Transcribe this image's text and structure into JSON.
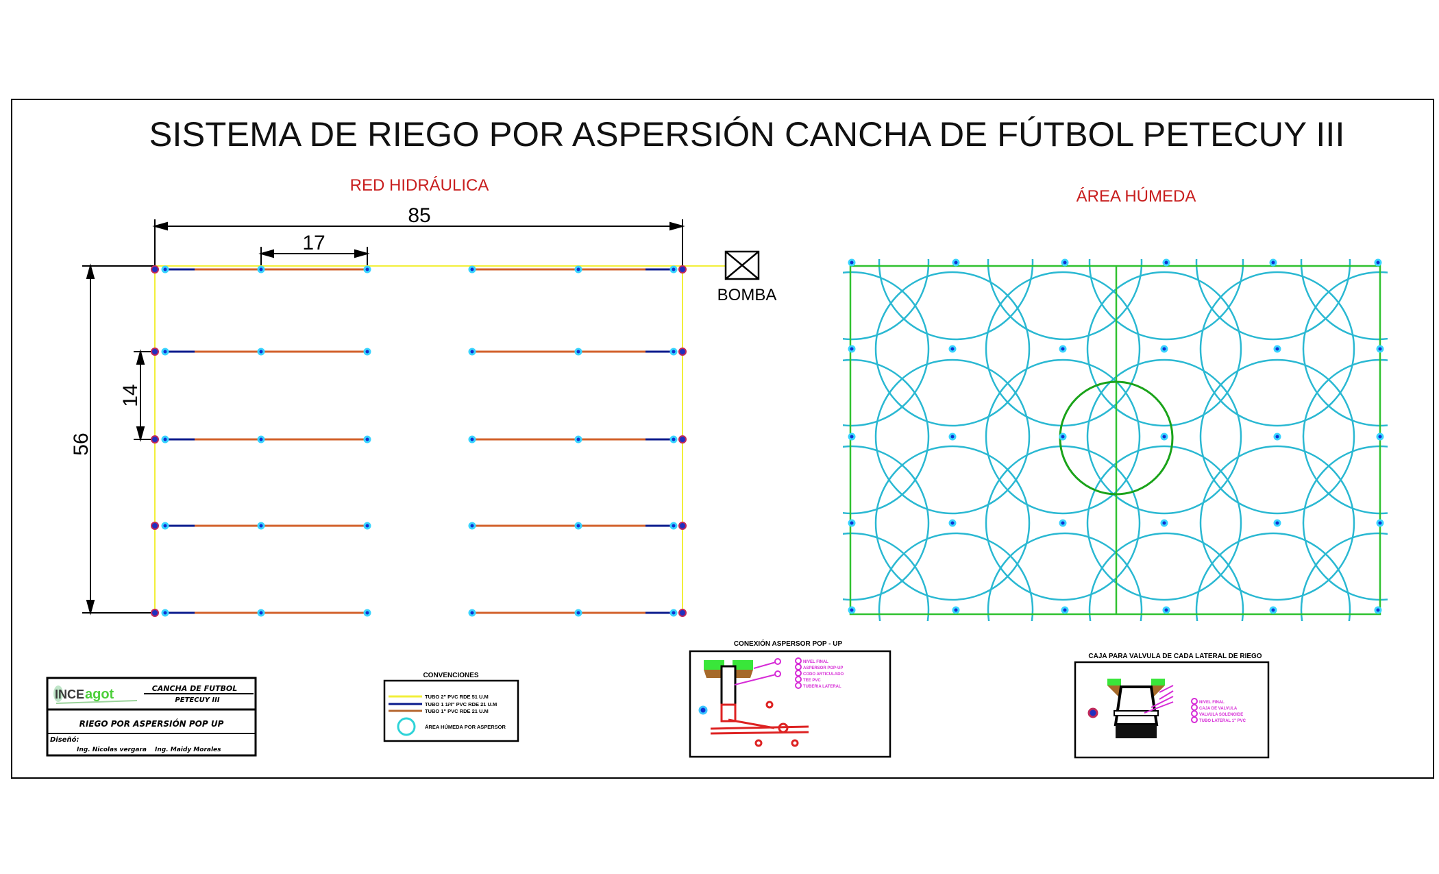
{
  "title": "SISTEMA DE RIEGO POR ASPERSIÓN  CANCHA DE FÚTBOL  PETECUY III",
  "left_panel": {
    "heading": "RED HIDRÁULICA",
    "dim_total_width": "85",
    "dim_spacing_x": "17",
    "dim_total_height": "56",
    "dim_spacing_y": "14",
    "pump_label": "BOMBA"
  },
  "right_panel": {
    "heading": "ÁREA HÚMEDA"
  },
  "title_block": {
    "logo": "INCEagot",
    "project": "CANCHA DE FUTBOL",
    "site": "PETECUY III",
    "system": "RIEGO POR ASPERSIÓN POP UP",
    "design_label": "Diseñó:",
    "designer_1": "Ing. Nicolas vergara",
    "designer_2": "Ing. Maidy Morales"
  },
  "legend": {
    "title": "CONVENCIONES",
    "items": [
      {
        "label": "TUBO 2\" PVC RDE 51 U.M",
        "color": "#f2ef3a"
      },
      {
        "label": "TUBO 1 1/4\" PVC RDE 21 U.M",
        "color": "#0a1a8c"
      },
      {
        "label": "TUBO 1\" PVC RDE 21 U.M",
        "color": "#b5652e"
      },
      {
        "label": "ÁREA HÚMEDA POR ASPERSOR",
        "color": "#2ed3d8"
      }
    ]
  },
  "detail_popup": {
    "title": "CONEXIÓN ASPERSOR POP - UP",
    "notes": [
      "NIVEL FINAL",
      "ASPERSOR POP-UP",
      "CODO ARTICULADO",
      "TEE PVC",
      "TUBERIA LATERAL"
    ]
  },
  "detail_valve": {
    "title": "CAJA PARA VALVULA DE  CADA LATERAL DE RIEGO",
    "notes": [
      "NIVEL FINAL",
      "CAJA DE VALVULA",
      "VALVULA SOLENOIDE",
      "TUBO LATERAL 1\" PVC"
    ]
  },
  "colors": {
    "main_pipe": "#f2ef3a",
    "sub_pipe": "#0a1a8c",
    "lateral_pipe": "#d2602a",
    "wet_area": "#2ab8d2",
    "field_lines": "#2fc12f",
    "heading_red": "#c81e1e"
  }
}
